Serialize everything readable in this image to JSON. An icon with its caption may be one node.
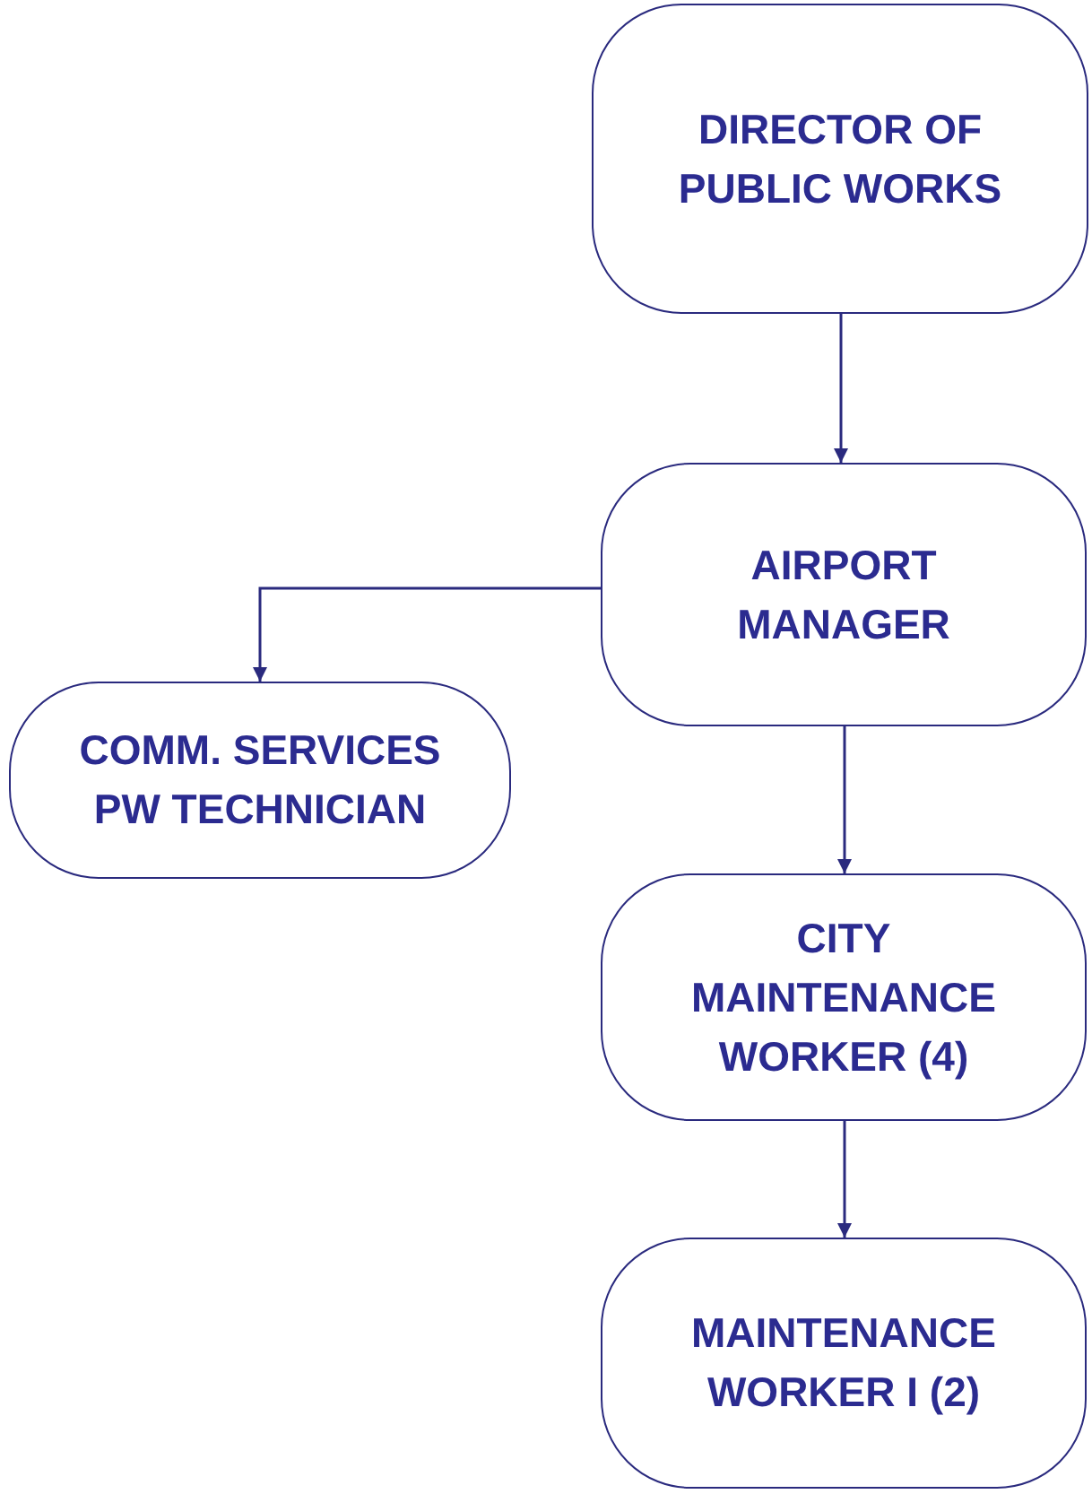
{
  "diagram": {
    "nodes": [
      {
        "text": [
          "DIRECTOR OF PUBLIC WORKS"
        ]
      },
      {
        "text": [
          "AIRPORT MANAGER"
        ]
      },
      {
        "text": [
          "COMM. SERVICES PW TECHNICIAN"
        ]
      },
      {
        "text": [
          "CITY MAINTENANCE WORKER (4)"
        ]
      },
      {
        "text": [
          "MAINTENANCE WORKER I (2)"
        ]
      }
    ],
    "edges": [
      {
        "from": 0,
        "to": 1,
        "arrow": "to"
      },
      {
        "from": 1,
        "to": 2,
        "arrow": "to"
      },
      {
        "from": 1,
        "to": 3,
        "arrow": "to"
      },
      {
        "from": 3,
        "to": 4,
        "arrow": "to"
      }
    ]
  }
}
